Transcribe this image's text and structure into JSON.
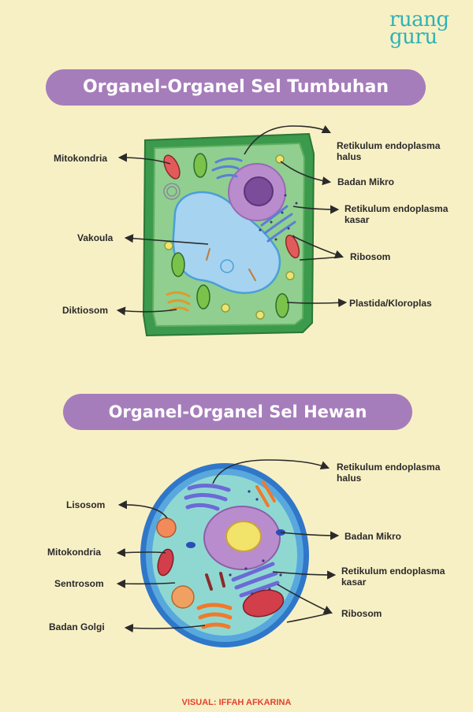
{
  "brand": {
    "line1": "ruang",
    "line2": "guru"
  },
  "plant": {
    "title": "Organel-Organel Sel Tumbuhan",
    "labels": {
      "mitokondria": "Mitokondria",
      "vakoula": "Vakoula",
      "diktiosom": "Diktiosom",
      "re_halus": "Retikulum endoplasma halus",
      "badan_mikro": "Badan Mikro",
      "re_kasar": "Retikulum endoplasma kasar",
      "ribosom": "Ribosom",
      "plastida": "Plastida/Kloroplas"
    }
  },
  "animal": {
    "title": "Organel-Organel Sel Hewan",
    "labels": {
      "lisosom": "Lisosom",
      "mitokondria": "Mitokondria",
      "sentrosom": "Sentrosom",
      "badan_golgi": "Badan Golgi",
      "re_halus": "Retikulum endoplasma halus",
      "badan_mikro": "Badan Mikro",
      "re_kasar": "Retikulum endoplasma kasar",
      "ribosom": "Ribosom"
    }
  },
  "credit": "VISUAL: IFFAH AFKARINA",
  "colors": {
    "background": "#f8f0c5",
    "banner": "#a67dbb",
    "plant_wall": "#3b9a4c",
    "plant_cytoplasm": "#90cf8f",
    "vacuole": "#a6d3f0",
    "animal_membrane": "#2f77c9",
    "animal_cytoplasm": "#8fd8d2",
    "nucleus": "#b98ccd",
    "credit": "#e0422f"
  }
}
